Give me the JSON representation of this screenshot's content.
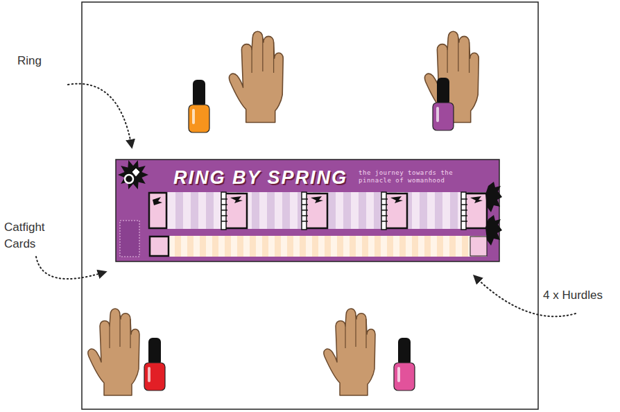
{
  "diagram": {
    "nodes": [
      {
        "text": [
          "RING BY SPRING",
          "the journey towards the pinnacle of womanhood"
        ]
      }
    ],
    "labels": [
      "Ring",
      "Catfight Cards",
      "4 x Hurdles"
    ]
  }
}
